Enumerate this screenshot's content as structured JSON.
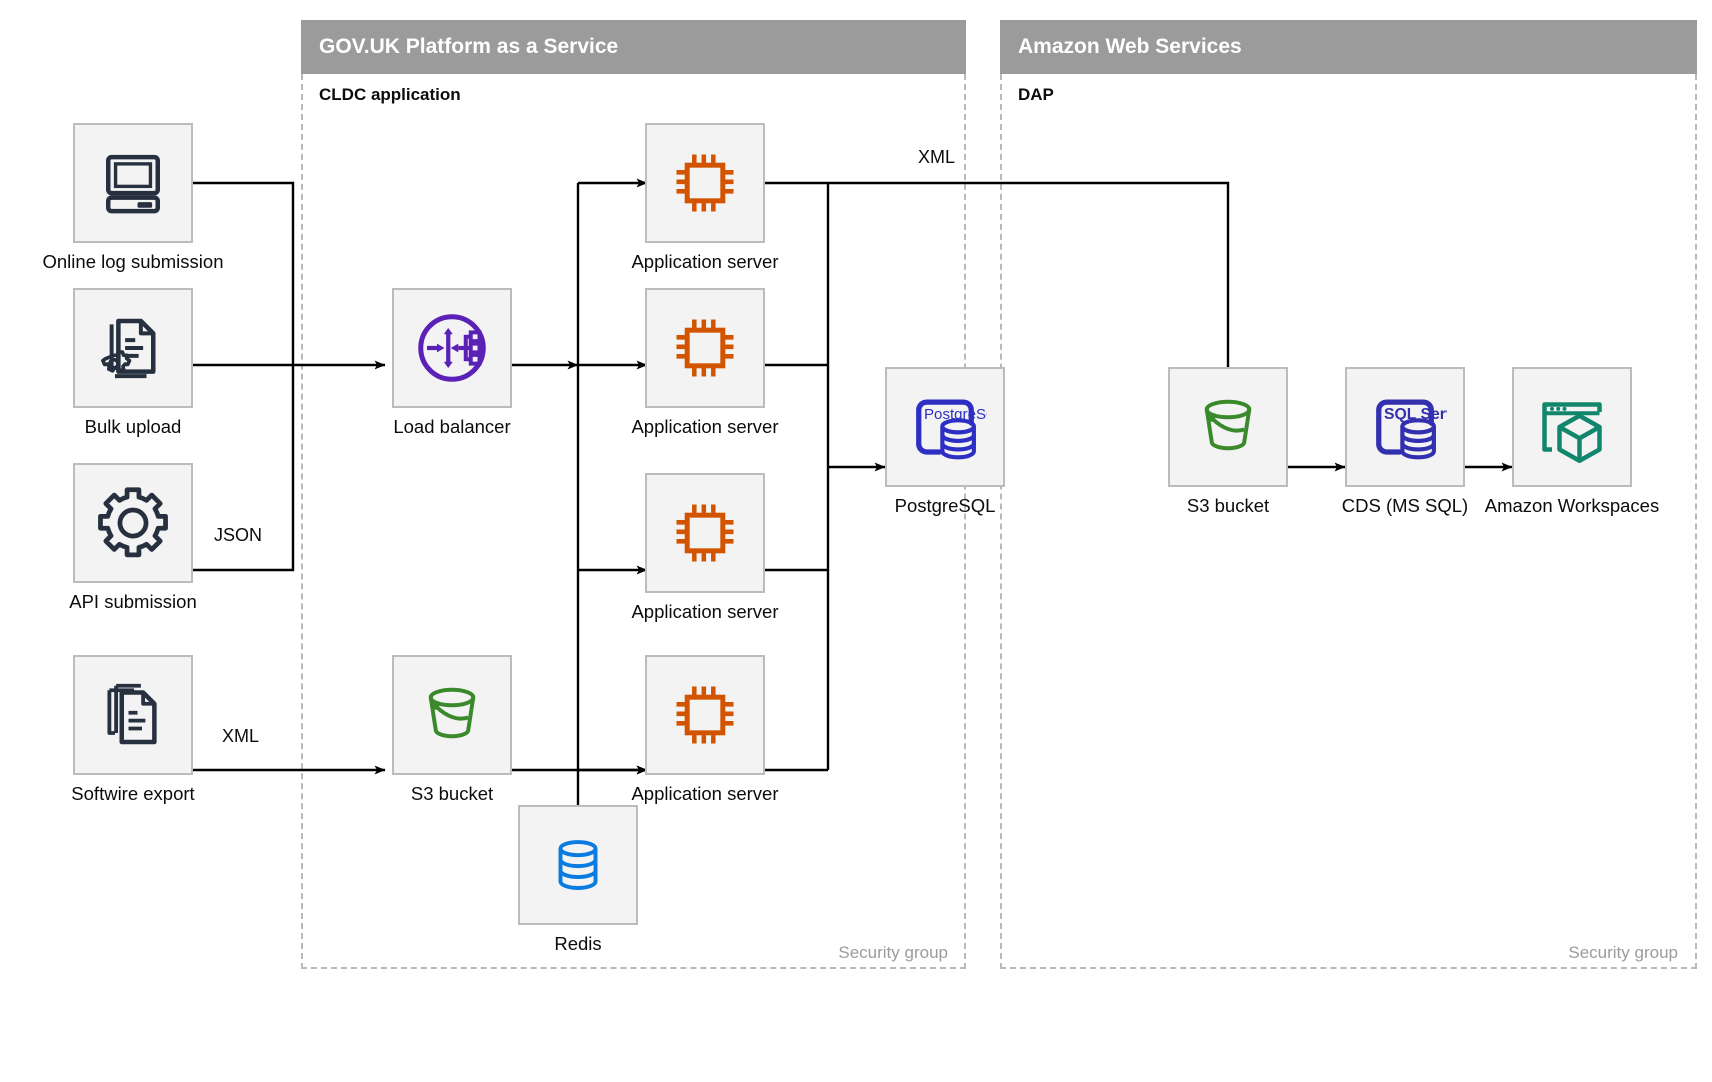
{
  "groups": [
    {
      "id": "paas",
      "header": "GOV.UK Platform as a Service",
      "subtitle": "CLDC application",
      "footer": "Security group"
    },
    {
      "id": "aws",
      "header": "Amazon Web Services",
      "subtitle": "DAP",
      "footer": "Security group"
    }
  ],
  "nodes": {
    "online_log": {
      "label": "Online log submission",
      "icon": "desktop-computer-icon"
    },
    "bulk_upload": {
      "label": "Bulk upload",
      "icon": "document-gear-icon"
    },
    "api_submission": {
      "label": "API submission",
      "icon": "gear-icon"
    },
    "softwire_export": {
      "label": "Softwire export",
      "icon": "document-stack-icon"
    },
    "load_balancer": {
      "label": "Load balancer",
      "icon": "load-balancer-icon"
    },
    "app_server_1": {
      "label": "Application server",
      "icon": "cpu-chip-icon"
    },
    "app_server_2": {
      "label": "Application server",
      "icon": "cpu-chip-icon"
    },
    "app_server_3": {
      "label": "Application server",
      "icon": "cpu-chip-icon"
    },
    "app_server_4": {
      "label": "Application server",
      "icon": "cpu-chip-icon"
    },
    "postgresql": {
      "label": "PostgreSQL",
      "icon": "postgresql-icon",
      "icon_text": "PostgreSQL"
    },
    "s3_paas": {
      "label": "S3 bucket",
      "icon": "s3-bucket-icon"
    },
    "redis": {
      "label": "Redis",
      "icon": "redis-database-icon"
    },
    "s3_aws": {
      "label": "S3 bucket",
      "icon": "s3-bucket-icon"
    },
    "cds": {
      "label": "CDS (MS SQL)",
      "icon": "sql-server-icon",
      "icon_text": "SQL Server"
    },
    "workspaces": {
      "label": "Amazon Workspaces",
      "icon": "amazon-workspaces-icon"
    }
  },
  "edge_labels": {
    "api_json": "JSON",
    "softwire_xml": "XML",
    "app_to_s3_xml": "XML"
  },
  "colors": {
    "group_header_bg": "#9b9b9b",
    "icon_box_bg": "#f3f3f3",
    "icon_box_border": "#bcbcbc",
    "dark_navy": "#26303f",
    "orange": "#d35400",
    "purple": "#5b21b6",
    "postgres_blue": "#2d2fc4",
    "green": "#3a8a2c",
    "redis_blue": "#0a7be0",
    "teal": "#12866c",
    "dashed_border": "#b9b9b9",
    "footer_text": "#9c9c9c"
  }
}
